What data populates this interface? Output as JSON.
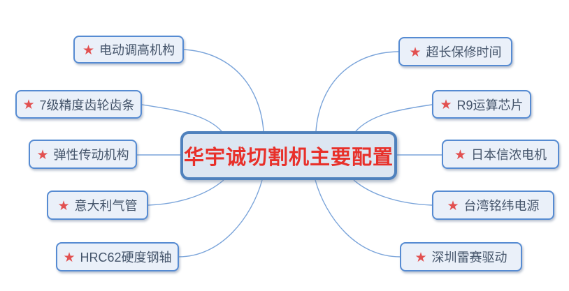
{
  "diagram": {
    "center": {
      "title": "华宇诚切割机主要配置"
    },
    "star_glyph": "★",
    "left_items": [
      {
        "label": "电动调高机构"
      },
      {
        "label": "7级精度齿轮齿条"
      },
      {
        "label": "弹性传动机构"
      },
      {
        "label": "意大利气管"
      },
      {
        "label": "HRC62硬度钢轴"
      }
    ],
    "right_items": [
      {
        "label": "超长保修时间"
      },
      {
        "label": "R9运算芯片"
      },
      {
        "label": "日本信浓电机"
      },
      {
        "label": "台湾铭纬电源"
      },
      {
        "label": "深圳雷赛驱动"
      }
    ],
    "colors": {
      "branch_border": "#568bd2",
      "branch_fill": "#eaf0f9",
      "branch_text": "#44546a",
      "center_border": "#4f81bd",
      "center_fill": "#dce6f2",
      "center_text": "#e8302a",
      "star": "#e25050",
      "connector": "#7aa4da"
    }
  }
}
